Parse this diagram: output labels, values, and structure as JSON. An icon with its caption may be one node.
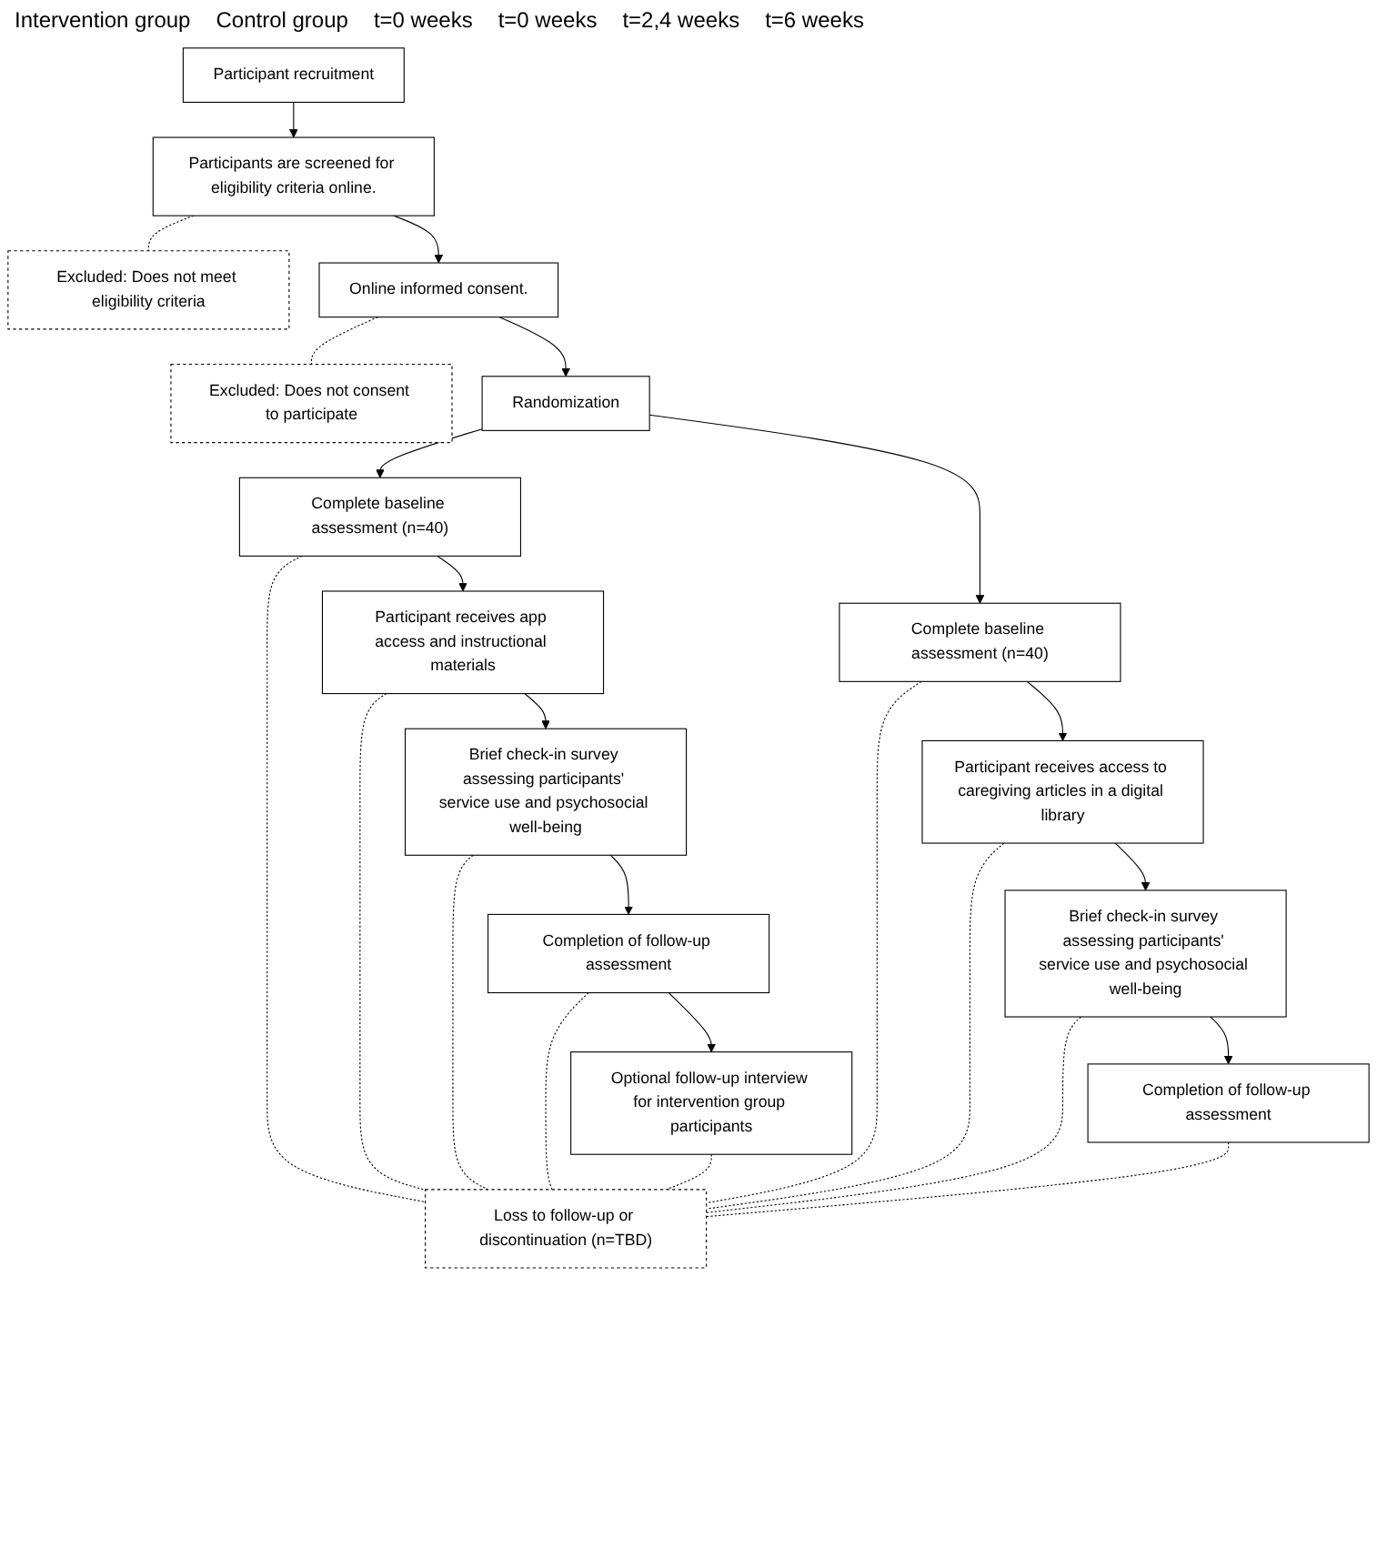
{
  "diagram": {
    "nodes": [
      {
        "text": [
          "Participant recruitment"
        ]
      },
      {
        "text": [
          "Participants are screened for eligibility criteria online."
        ]
      },
      {
        "text": [
          "Excluded: Does not meet eligibility criteria"
        ]
      },
      {
        "text": [
          "Online informed consent."
        ]
      },
      {
        "text": [
          "Excluded: Does not consent to participate"
        ]
      },
      {
        "text": [
          "Randomization"
        ]
      },
      {
        "text": [
          "Complete baseline assessment (n=40)"
        ]
      },
      {
        "text": [
          "Participant receives app access and instructional materials"
        ]
      },
      {
        "text": [
          "Brief check-in survey assessing participants' service use and psychosocial well-being"
        ]
      },
      {
        "text": [
          "Completion of follow-up assessment"
        ]
      },
      {
        "text": [
          "Optional follow-up interview for intervention group participants"
        ]
      },
      {
        "text": [
          "Complete baseline assessment (n=40)"
        ]
      },
      {
        "text": [
          "Participant receives access to caregiving articles in a digital library"
        ]
      },
      {
        "text": [
          "Brief check-in survey assessing participants' service use and psychosocial well-being"
        ]
      },
      {
        "text": [
          "Completion of follow-up assessment"
        ]
      },
      {
        "text": [
          "Loss to follow-up or discontinuation (n=TBD)"
        ]
      }
    ],
    "edges": [
      {
        "from": 0,
        "to": 1,
        "arrow": "to"
      },
      {
        "from": 1,
        "to": 2,
        "arrow": "none",
        "style": "dashed"
      },
      {
        "from": 1,
        "to": 3,
        "arrow": "to"
      },
      {
        "from": 3,
        "to": 4,
        "arrow": "none",
        "style": "dashed"
      },
      {
        "from": 3,
        "to": 5,
        "arrow": "to"
      },
      {
        "from": 5,
        "to": 6,
        "arrow": "to"
      },
      {
        "from": 5,
        "to": 11,
        "arrow": "to"
      },
      {
        "from": 6,
        "to": 7,
        "arrow": "to"
      },
      {
        "from": 7,
        "to": 8,
        "arrow": "to"
      },
      {
        "from": 8,
        "to": 9,
        "arrow": "to"
      },
      {
        "from": 9,
        "to": 10,
        "arrow": "to"
      },
      {
        "from": 11,
        "to": 12,
        "arrow": "to"
      },
      {
        "from": 12,
        "to": 13,
        "arrow": "to"
      },
      {
        "from": 13,
        "to": 14,
        "arrow": "to"
      },
      {
        "from": 6,
        "to": 15,
        "arrow": "none",
        "style": "dashed"
      },
      {
        "from": 7,
        "to": 15,
        "arrow": "none",
        "style": "dashed"
      },
      {
        "from": 8,
        "to": 15,
        "arrow": "none",
        "style": "dashed"
      },
      {
        "from": 9,
        "to": 15,
        "arrow": "none",
        "style": "dashed"
      },
      {
        "from": 10,
        "to": 15,
        "arrow": "none",
        "style": "dashed"
      },
      {
        "from": 11,
        "to": 15,
        "arrow": "none",
        "style": "dashed"
      },
      {
        "from": 12,
        "to": 15,
        "arrow": "none",
        "style": "dashed"
      },
      {
        "from": 13,
        "to": 15,
        "arrow": "none",
        "style": "dashed"
      },
      {
        "from": 14,
        "to": 15,
        "arrow": "none",
        "style": "dashed"
      }
    ],
    "labels": [
      "Intervention group",
      "Control group",
      "t=0 weeks",
      "t=0 weeks",
      "t=2,4 weeks",
      "t=6 weeks"
    ]
  }
}
